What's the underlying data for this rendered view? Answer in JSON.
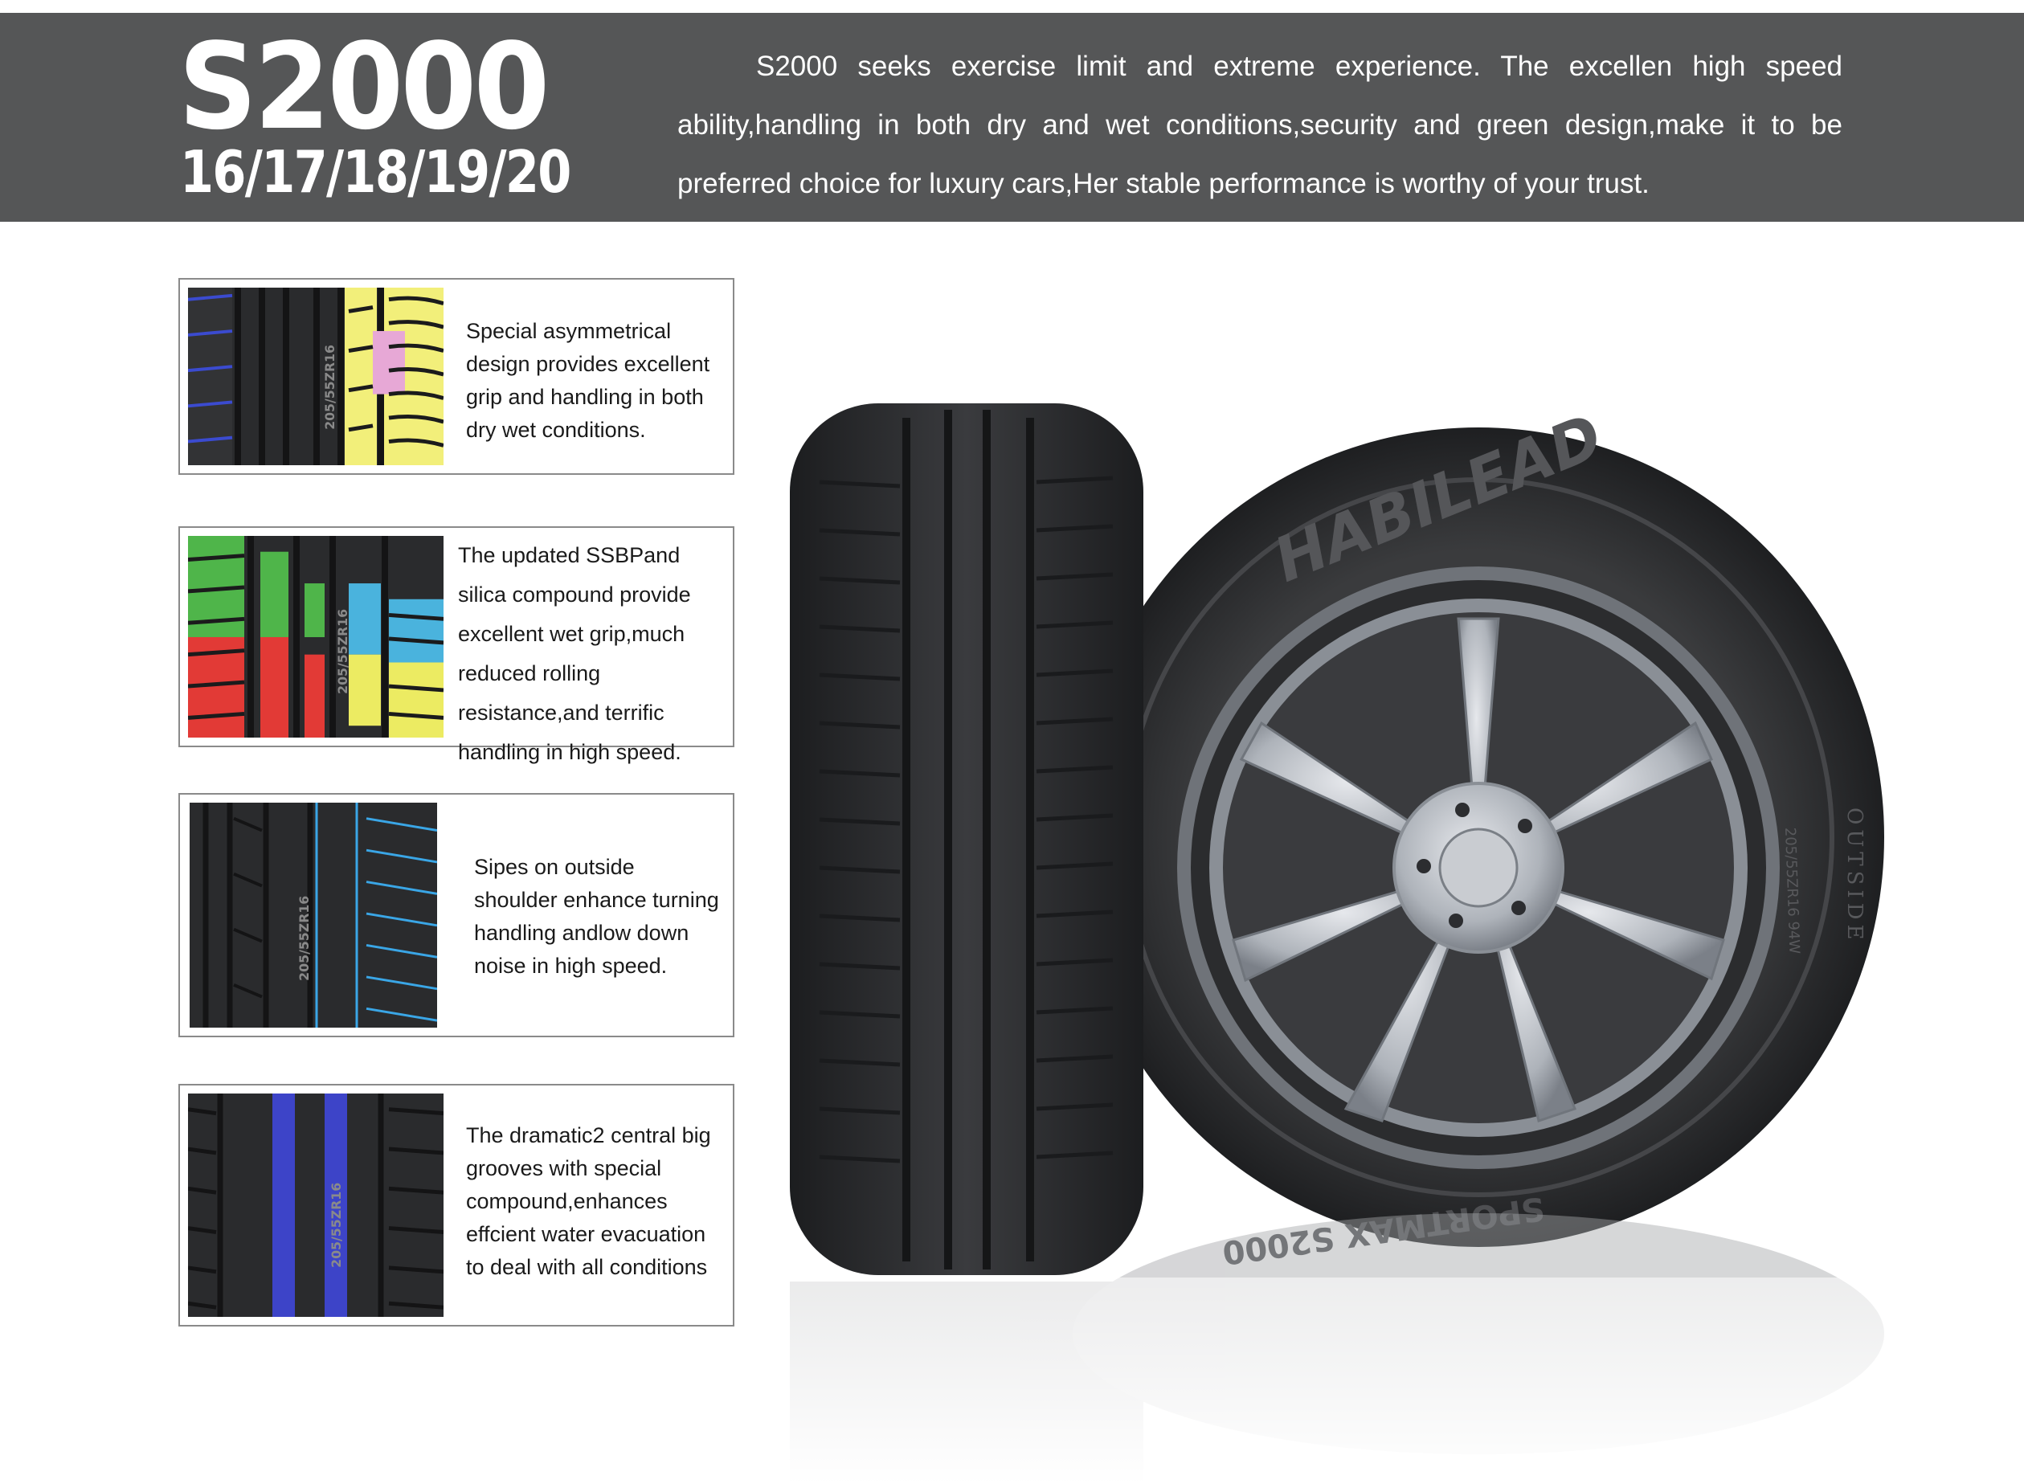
{
  "header": {
    "model": "S2000",
    "sizes": "16/17/18/19/20",
    "description": "S2000 seeks exercise limit and extreme experience. The excellen high speed ability,handling in both dry and wet conditions,security and green design,make it to be preferred choice for luxury cars,Her stable performance is worthy of your trust."
  },
  "features": [
    {
      "text": "Special asymmetrical design provides excellent grip and handling in both dry wet conditions.",
      "tread_label": "205/55ZR16",
      "highlight_colors": [
        "#f2ef7a",
        "#e7a8d6",
        "#3b4bd0"
      ]
    },
    {
      "text": "The updated SSBPand silica compound provide excellent wet grip,much reduced rolling resistance,and terrific handling in high speed.",
      "tread_label": "205/55ZR16",
      "highlight_colors": [
        "#4fb54a",
        "#e23a36",
        "#4ab3dd",
        "#eceb62"
      ]
    },
    {
      "text": "Sipes on outside shoulder enhance turning handling andlow down noise in high speed.",
      "tread_label": "205/55ZR16",
      "highlight_colors": [
        "#3aa6e6"
      ]
    },
    {
      "text": "The dramatic2 central big grooves with special compound,enhances effcient water evacuation to deal with all conditions",
      "tread_label": "205/55ZR16",
      "highlight_colors": [
        "#3d44c8"
      ]
    }
  ],
  "tire": {
    "brand": "HABILEAD",
    "sidewall_model": "SPORTMAX S2000",
    "outside_mark": "OUTSIDE",
    "size_mark": "205/55ZR16 94W"
  },
  "colors": {
    "header_bg": "#555657",
    "header_text": "#ffffff",
    "rubber": "#2b2c2e",
    "rim": "#b9bec4"
  }
}
